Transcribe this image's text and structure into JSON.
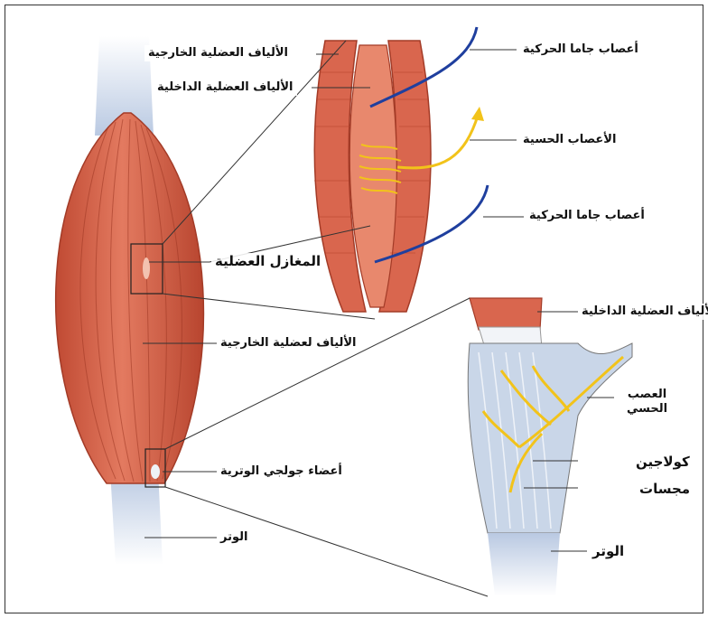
{
  "labels": {
    "extrafusal_top": "الألياف العضلية الخارجية",
    "intrafusal_top": "الألياف العضلية الداخلية",
    "gamma_top": "أعصاب جاما الحركية",
    "sensory": "الأعصاب الحسية",
    "gamma_bottom": "أعصاب جاما الحركية",
    "spindle": "المغازل العضلية",
    "intrafusal_right": "الألياف العضلية الداخلية",
    "extrafusal_left": "الألياف لعضلية الخارجية",
    "sensory_nerve": "العصب\nالحسي",
    "collagen": "كولاجين",
    "receptors": "مجسات",
    "golgi": "أعضاء جولجي الوترية",
    "tendon_left": "الوتر",
    "tendon_right": "الوتر"
  },
  "colors": {
    "muscle": "#d9664e",
    "muscle_dark": "#b8452f",
    "motor_nerve": "#1f3f9e",
    "sensory_nerve": "#f2c31a",
    "tendon": "#c9d6e8"
  }
}
